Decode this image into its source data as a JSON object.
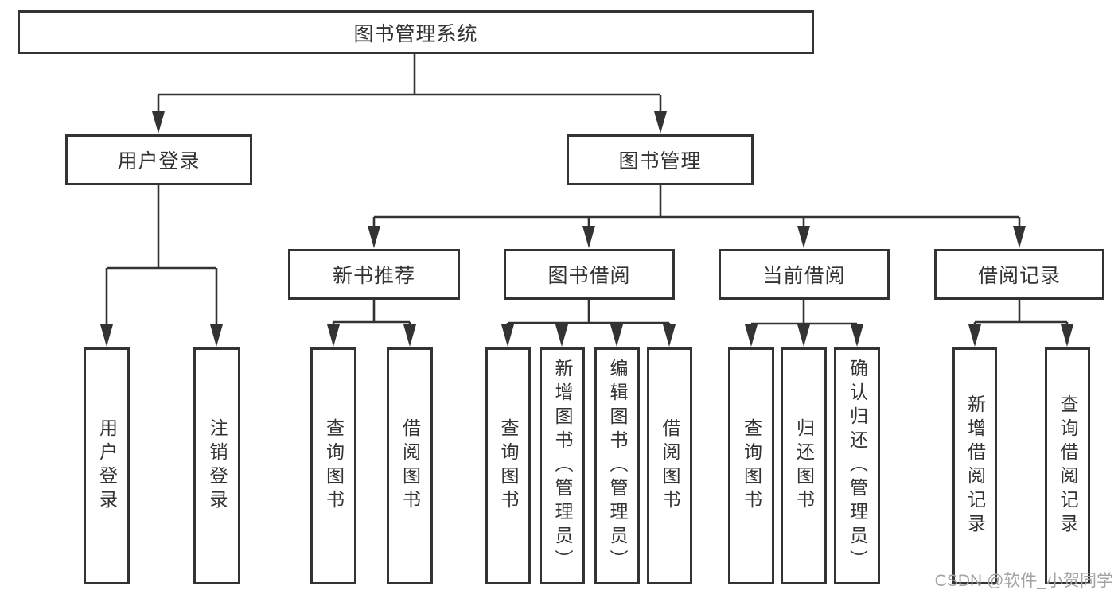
{
  "diagram": {
    "type": "hierarchy-tree",
    "tree": {
      "root": {
        "label": "图书管理系统",
        "children": [
          {
            "label": "用户登录",
            "children": [
              {
                "label": "用户登录"
              },
              {
                "label": "注销登录"
              }
            ]
          },
          {
            "label": "图书管理",
            "children": [
              {
                "label": "新书推荐",
                "children": [
                  {
                    "label": "查询图书"
                  },
                  {
                    "label": "借阅图书"
                  }
                ]
              },
              {
                "label": "图书借阅",
                "children": [
                  {
                    "label": "查询图书"
                  },
                  {
                    "label": "新增图书（管理员）"
                  },
                  {
                    "label": "编辑图书（管理员）"
                  },
                  {
                    "label": "借阅图书"
                  }
                ]
              },
              {
                "label": "当前借阅",
                "children": [
                  {
                    "label": "查询图书"
                  },
                  {
                    "label": "归还图书"
                  },
                  {
                    "label": "确认归还（管理员）"
                  }
                ]
              },
              {
                "label": "借阅记录",
                "children": [
                  {
                    "label": "新增借阅记录"
                  },
                  {
                    "label": "查询借阅记录"
                  }
                ]
              }
            ]
          }
        ]
      }
    },
    "colors": {
      "line": "#333333",
      "box_border": "#333333",
      "box_fill": "#ffffff",
      "text": "#333333",
      "background": "#ffffff"
    }
  },
  "watermark": {
    "text": "CSDN @软件_小贺同学",
    "color": "#a3a3a3"
  }
}
